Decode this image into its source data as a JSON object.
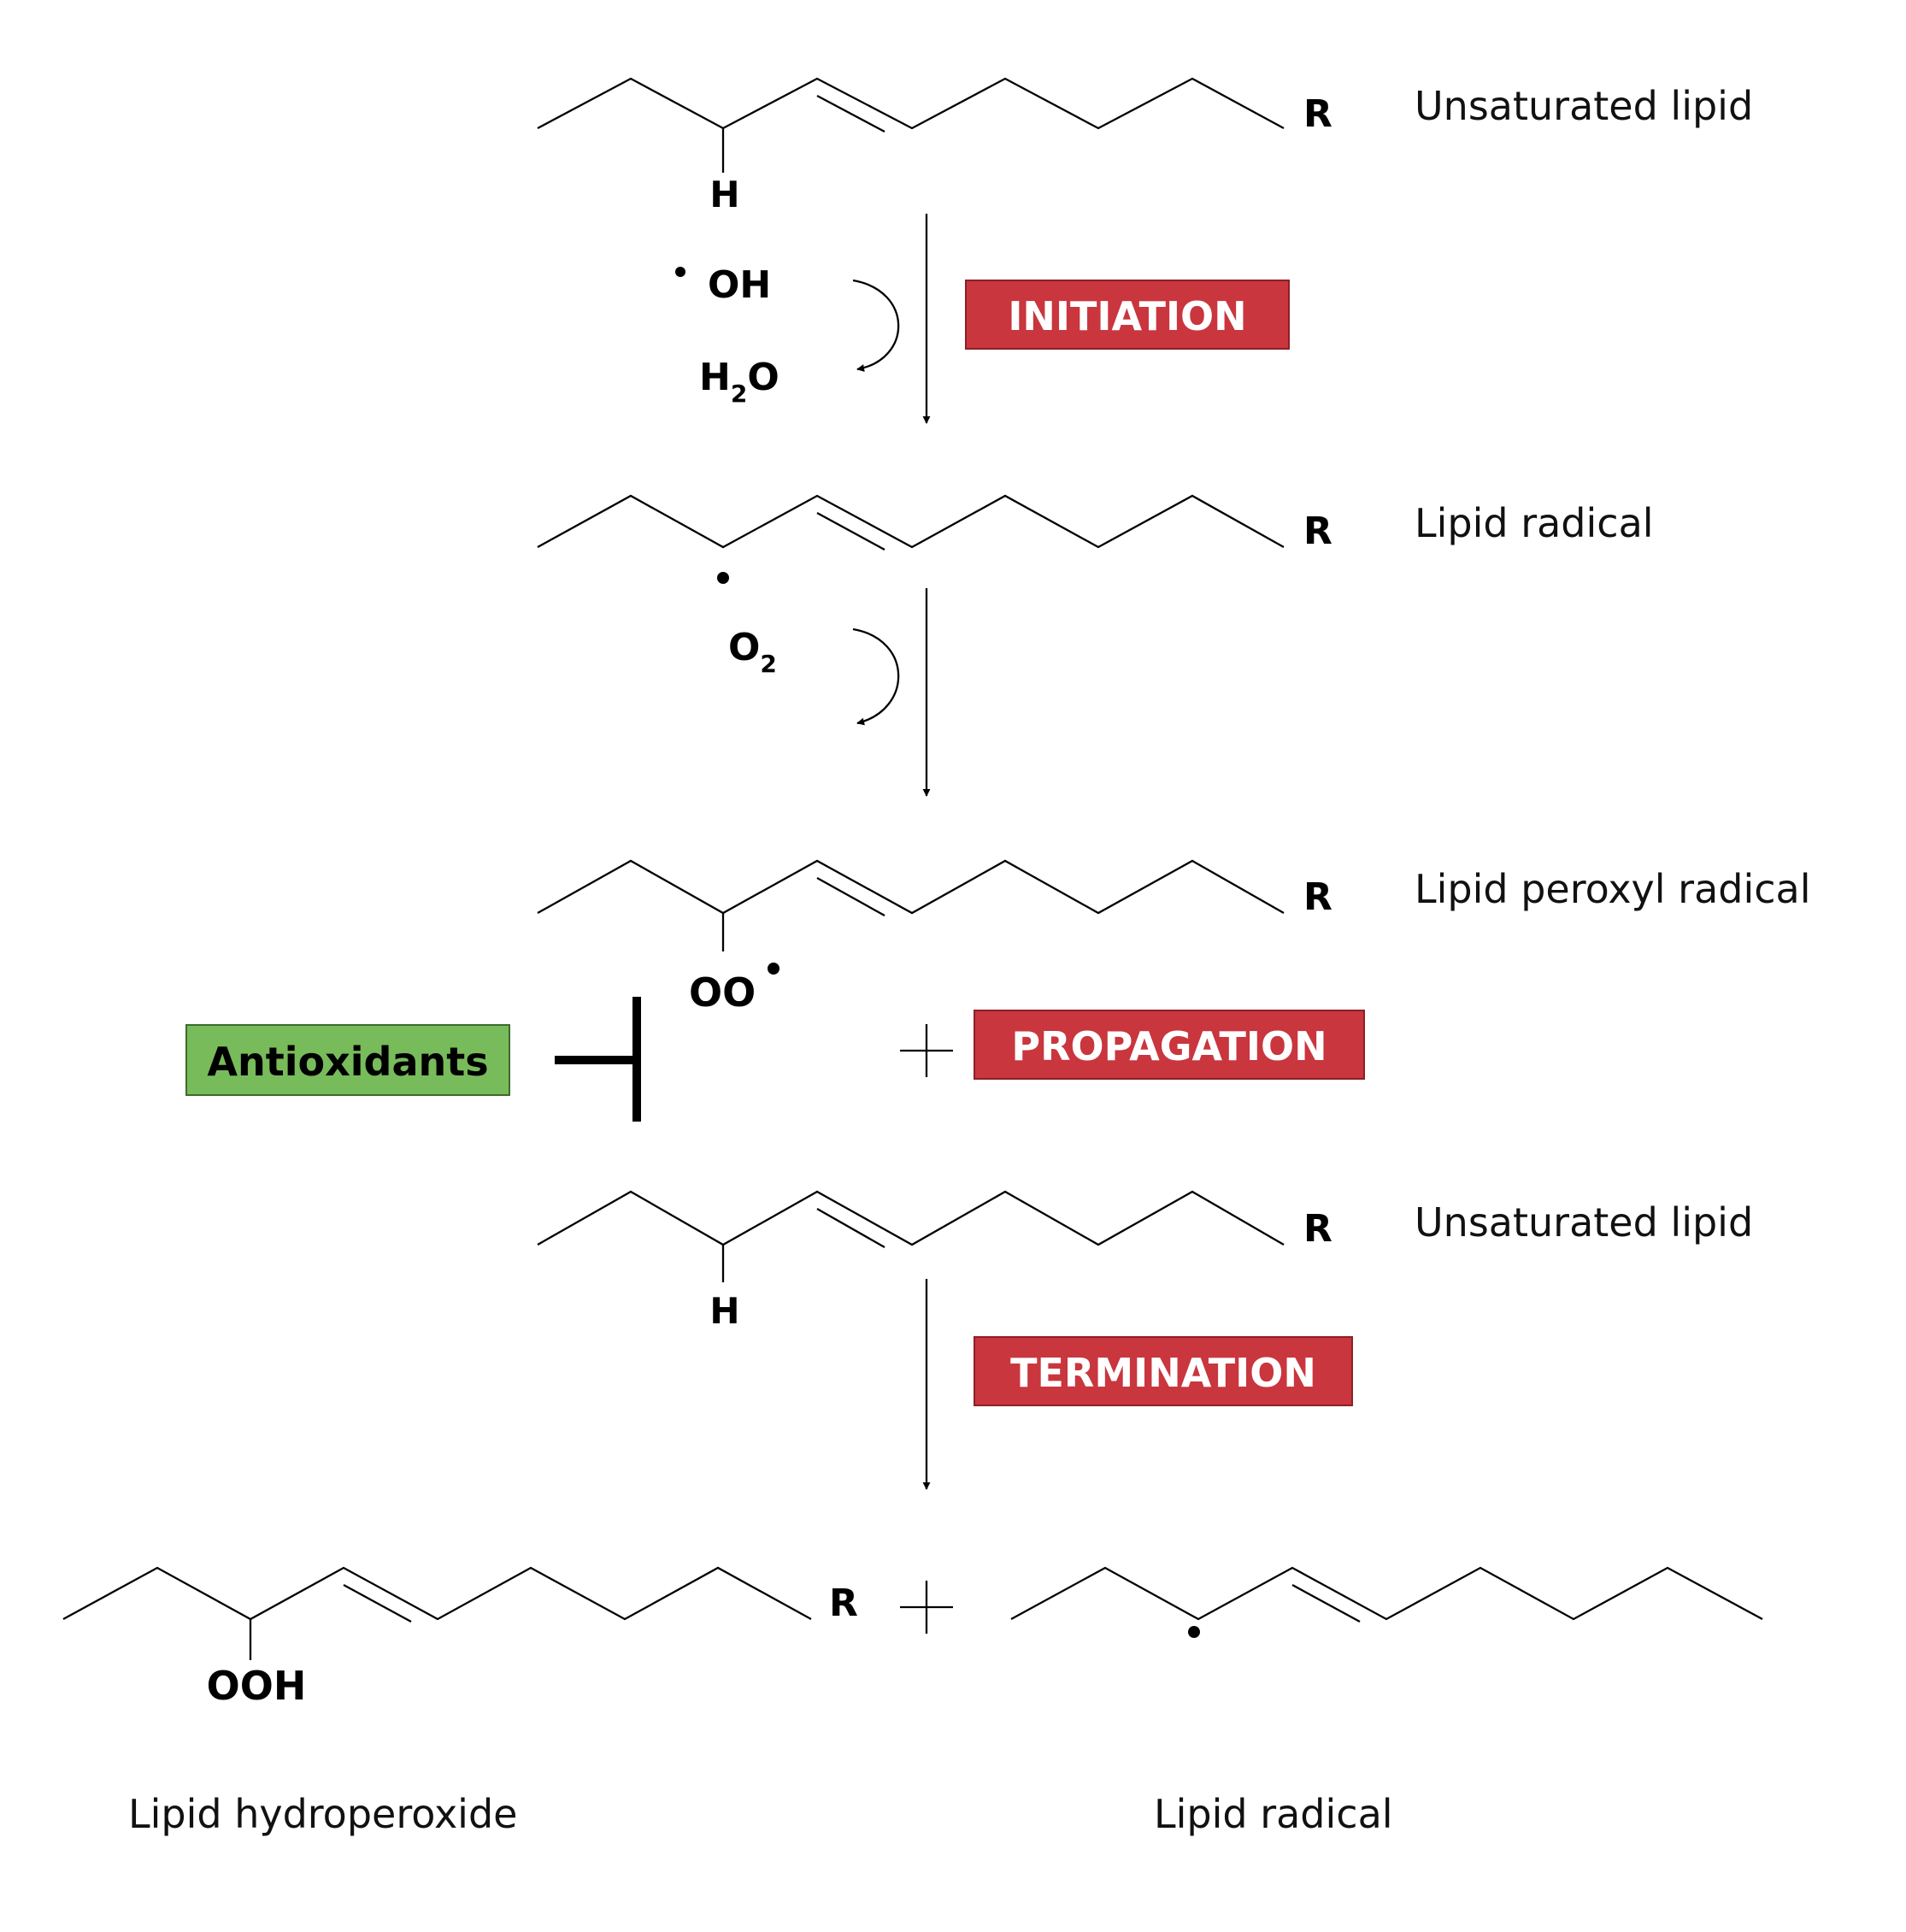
{
  "molecules": {
    "unsaturated_lipid_1": {
      "label": "Unsaturated lipid",
      "r_group": "R",
      "substituent": "H"
    },
    "lipid_radical_1": {
      "label": "Lipid radical",
      "r_group": "R"
    },
    "lipid_peroxyl_radical": {
      "label": "Lipid peroxyl radical",
      "r_group": "R",
      "substituent": "OO"
    },
    "unsaturated_lipid_2": {
      "label": "Unsaturated lipid",
      "r_group": "R",
      "substituent": "H"
    },
    "lipid_hydroperoxide": {
      "label": "Lipid hydroperoxide",
      "r_group": "R",
      "substituent": "OOH"
    },
    "lipid_radical_2": {
      "label": "Lipid radical"
    }
  },
  "reagents": {
    "hydroxyl": "OH",
    "water_h": "H",
    "water_sub": "2",
    "water_o": "O",
    "oxygen": "O",
    "oxygen_sub": "2"
  },
  "stages": {
    "initiation": "INITIATION",
    "propagation": "PROPAGATION",
    "termination": "TERMINATION"
  },
  "inhibitor": {
    "label": "Antioxidants"
  },
  "symbols": {
    "plus": "+"
  },
  "colors": {
    "stage_fill": "#c9363e",
    "stage_border": "#8e1f26",
    "inhibitor_fill": "#78bb5b",
    "inhibitor_border": "#3d6b2c"
  }
}
